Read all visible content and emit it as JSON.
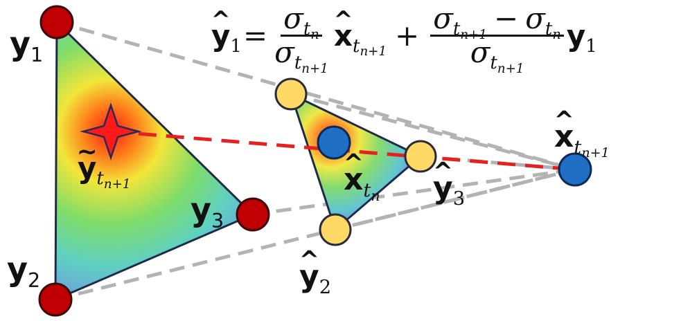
{
  "labels": {
    "y1": "y",
    "y1_sub": "1",
    "y2": "y",
    "y2_sub": "2",
    "y3": "y",
    "y3_sub": "3",
    "ytilde": "y",
    "ytilde_sub": "t",
    "ytilde_subsub": "n+1",
    "yhat2": "y",
    "yhat2_sub": "2",
    "yhat3": "y",
    "yhat3_sub": "3",
    "xhat_tn": "x",
    "xhat_tn_sub": "t",
    "xhat_tn_subsub": "n",
    "xhat_tn1": "x",
    "xhat_tn1_sub": "t",
    "xhat_tn1_subsub": "n+1"
  },
  "formula": {
    "lhs": "y",
    "lhs_sub": "1",
    "equals": "=",
    "frac1_num": "σ",
    "frac1_num_sub": "t",
    "frac1_num_subsub": "n",
    "frac1_den": "σ",
    "frac1_den_sub": "t",
    "frac1_den_subsub": "n+1",
    "term1": "x",
    "term1_sub": "t",
    "term1_subsub": "n+1",
    "plus": "+",
    "frac2_num_a": "σ",
    "frac2_num_a_sub": "t",
    "frac2_num_a_subsub": "n+1",
    "frac2_minus": "−",
    "frac2_num_b": "σ",
    "frac2_num_b_sub": "t",
    "frac2_num_b_subsub": "n",
    "frac2_den": "σ",
    "frac2_den_sub": "t",
    "frac2_den_subsub": "n+1",
    "term2": "y",
    "term2_sub": "1"
  },
  "colors": {
    "red_node": "#c00000",
    "yellow_node": "#ffd966",
    "blue_node": "#1f6fc4",
    "dashed_gray": "#b0b0b0",
    "dashed_red": "#e52020",
    "outline": "#1f2a4a"
  }
}
